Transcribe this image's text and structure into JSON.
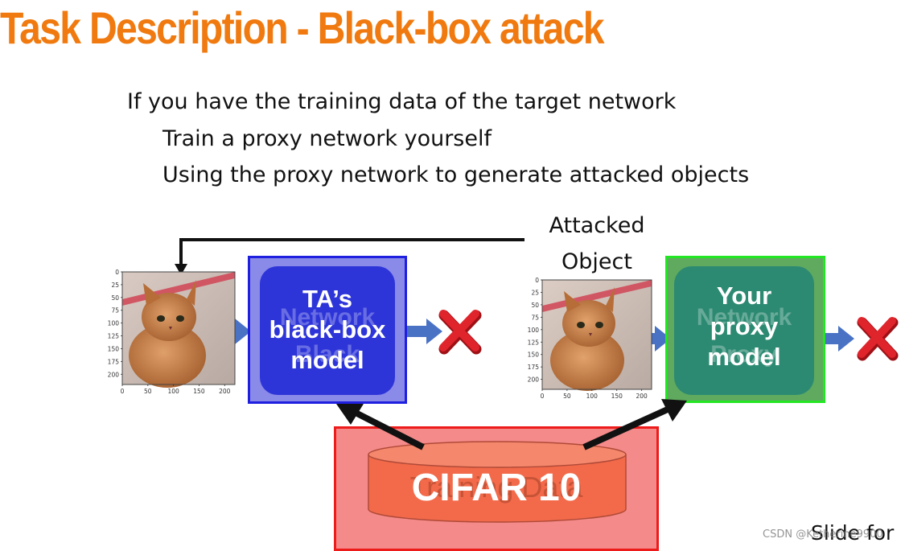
{
  "title": "Task Description - Black-box attack",
  "bullets": [
    "If you have the training data of the target network",
    "Train a proxy network yourself",
    "Using the proxy network to generate attacked objects"
  ],
  "attacked_object_label": [
    "Attacked",
    "Object"
  ],
  "ta_model": {
    "label_lines": [
      "TA’s",
      "black-box",
      "model"
    ],
    "ghost_lines": [
      "Network",
      "Black"
    ]
  },
  "proxy_model": {
    "label_lines": [
      "Your",
      "proxy",
      "model"
    ],
    "ghost_lines": [
      "Network",
      "Proxy"
    ]
  },
  "dataset": {
    "label": "CIFAR 10",
    "ghost_label": "Training Data"
  },
  "left_image": {
    "y_ticks": [
      "0",
      "25",
      "50",
      "75",
      "100",
      "125",
      "150",
      "175",
      "200"
    ],
    "x_ticks": [
      "0",
      "50",
      "100",
      "150",
      "200"
    ]
  },
  "right_image": {
    "y_ticks": [
      "0",
      "25",
      "50",
      "75",
      "100",
      "125",
      "150",
      "175",
      "200"
    ],
    "x_ticks": [
      "0",
      "50",
      "100",
      "150",
      "200"
    ]
  },
  "footer": {
    "slide_text": "Slide for",
    "watermark": "CSDN @Ketherine9900"
  },
  "colors": {
    "title": "#f07a0f",
    "ta_border": "#1f1fe0",
    "proxy_border": "#22e622",
    "dataset_border": "#ee1b1b",
    "flow_arrow": "#4a72c4",
    "cross": "#e0242c"
  }
}
